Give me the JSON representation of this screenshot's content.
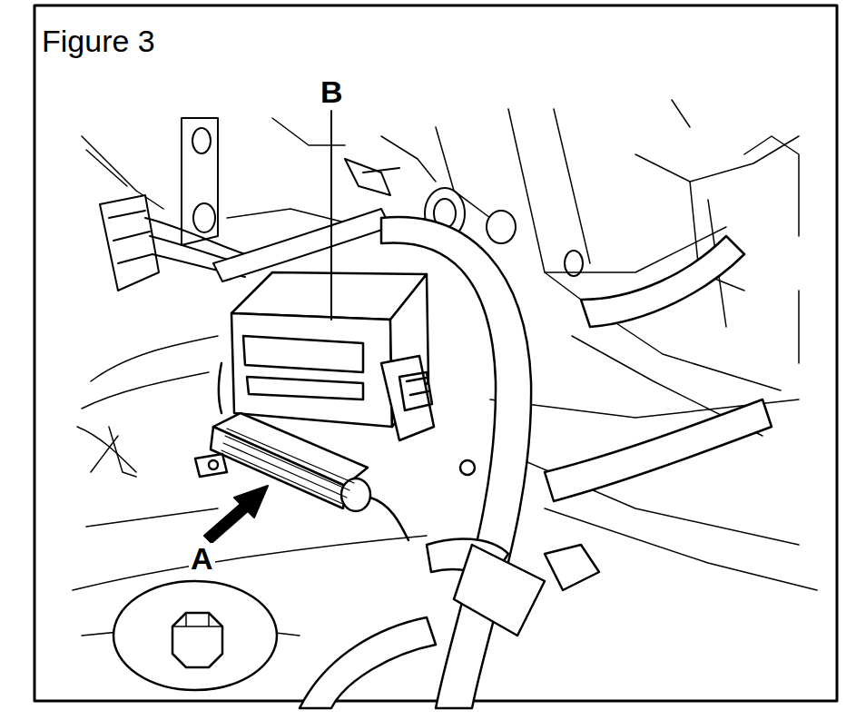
{
  "diagram": {
    "title": "Figure 3",
    "labels": [
      "B",
      "A"
    ]
  }
}
